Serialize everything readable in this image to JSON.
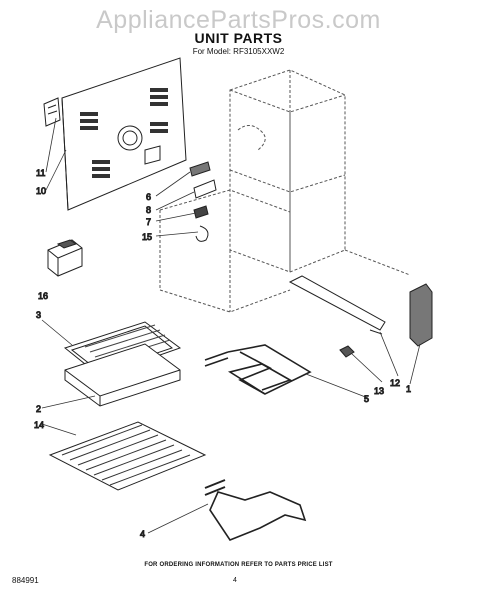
{
  "watermark": "AppliancePartsPros.com",
  "title": "UNIT PARTS",
  "model_line": "For Model: RF3105XXW2",
  "footer_note": "FOR ORDERING INFORMATION REFER TO PARTS PRICE LIST",
  "doc_code": "884991",
  "page_number": "4",
  "callouts": [
    "11",
    "10",
    "6",
    "8",
    "7",
    "15",
    "16",
    "3",
    "2",
    "14",
    "4",
    "1",
    "12",
    "13",
    "5"
  ]
}
